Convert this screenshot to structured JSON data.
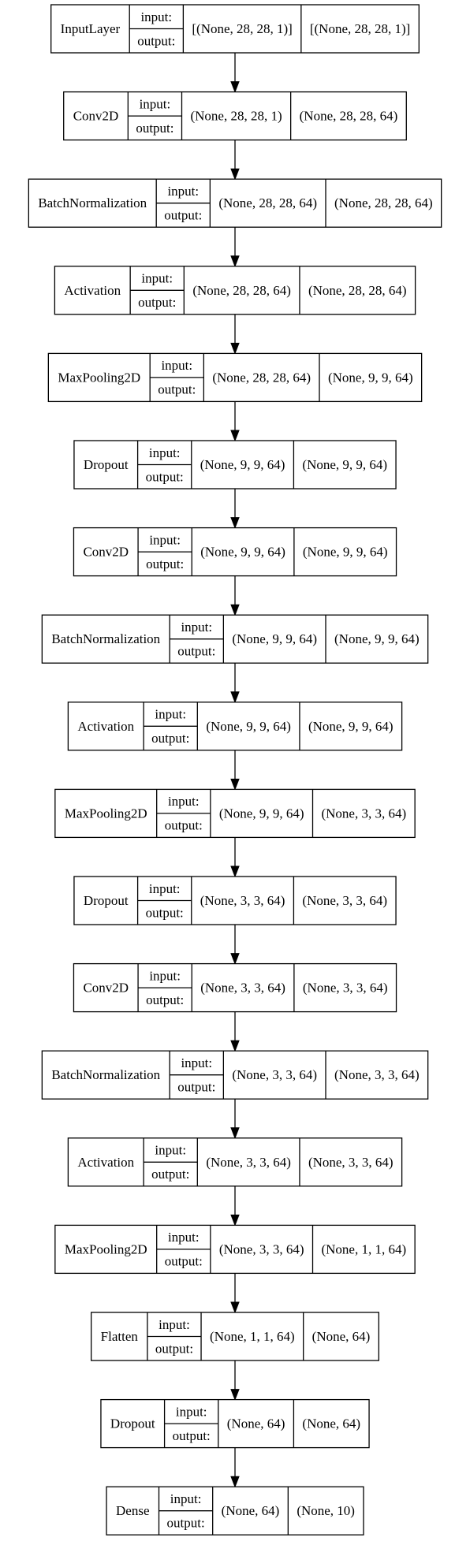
{
  "diagram": {
    "type": "keras-model-plot",
    "layers": [
      {
        "name": "InputLayer",
        "input_label": "input:",
        "output_label": "output:",
        "input_shape": "[(None, 28, 28, 1)]",
        "output_shape": "[(None, 28, 28, 1)]"
      },
      {
        "name": "Conv2D",
        "input_label": "input:",
        "output_label": "output:",
        "input_shape": "(None, 28, 28, 1)",
        "output_shape": "(None, 28, 28, 64)"
      },
      {
        "name": "BatchNormalization",
        "input_label": "input:",
        "output_label": "output:",
        "input_shape": "(None, 28, 28, 64)",
        "output_shape": "(None, 28, 28, 64)"
      },
      {
        "name": "Activation",
        "input_label": "input:",
        "output_label": "output:",
        "input_shape": "(None, 28, 28, 64)",
        "output_shape": "(None, 28, 28, 64)"
      },
      {
        "name": "MaxPooling2D",
        "input_label": "input:",
        "output_label": "output:",
        "input_shape": "(None, 28, 28, 64)",
        "output_shape": "(None, 9, 9, 64)"
      },
      {
        "name": "Dropout",
        "input_label": "input:",
        "output_label": "output:",
        "input_shape": "(None, 9, 9, 64)",
        "output_shape": "(None, 9, 9, 64)"
      },
      {
        "name": "Conv2D",
        "input_label": "input:",
        "output_label": "output:",
        "input_shape": "(None, 9, 9, 64)",
        "output_shape": "(None, 9, 9, 64)"
      },
      {
        "name": "BatchNormalization",
        "input_label": "input:",
        "output_label": "output:",
        "input_shape": "(None, 9, 9, 64)",
        "output_shape": "(None, 9, 9, 64)"
      },
      {
        "name": "Activation",
        "input_label": "input:",
        "output_label": "output:",
        "input_shape": "(None, 9, 9, 64)",
        "output_shape": "(None, 9, 9, 64)"
      },
      {
        "name": "MaxPooling2D",
        "input_label": "input:",
        "output_label": "output:",
        "input_shape": "(None, 9, 9, 64)",
        "output_shape": "(None, 3, 3, 64)"
      },
      {
        "name": "Dropout",
        "input_label": "input:",
        "output_label": "output:",
        "input_shape": "(None, 3, 3, 64)",
        "output_shape": "(None, 3, 3, 64)"
      },
      {
        "name": "Conv2D",
        "input_label": "input:",
        "output_label": "output:",
        "input_shape": "(None, 3, 3, 64)",
        "output_shape": "(None, 3, 3, 64)"
      },
      {
        "name": "BatchNormalization",
        "input_label": "input:",
        "output_label": "output:",
        "input_shape": "(None, 3, 3, 64)",
        "output_shape": "(None, 3, 3, 64)"
      },
      {
        "name": "Activation",
        "input_label": "input:",
        "output_label": "output:",
        "input_shape": "(None, 3, 3, 64)",
        "output_shape": "(None, 3, 3, 64)"
      },
      {
        "name": "MaxPooling2D",
        "input_label": "input:",
        "output_label": "output:",
        "input_shape": "(None, 3, 3, 64)",
        "output_shape": "(None, 1, 1, 64)"
      },
      {
        "name": "Flatten",
        "input_label": "input:",
        "output_label": "output:",
        "input_shape": "(None, 1, 1, 64)",
        "output_shape": "(None, 64)"
      },
      {
        "name": "Dropout",
        "input_label": "input:",
        "output_label": "output:",
        "input_shape": "(None, 64)",
        "output_shape": "(None, 64)"
      },
      {
        "name": "Dense",
        "input_label": "input:",
        "output_label": "output:",
        "input_shape": "(None, 64)",
        "output_shape": "(None, 10)"
      }
    ]
  }
}
